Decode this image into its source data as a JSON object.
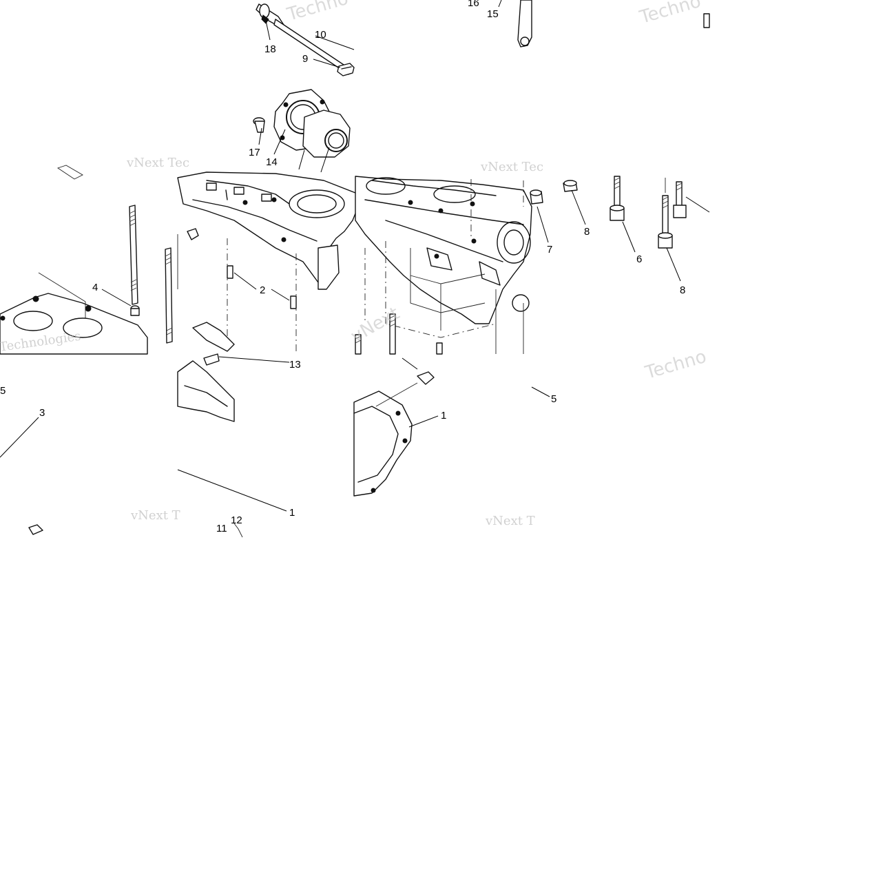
{
  "callouts": {
    "c1a": "1",
    "c1b": "1",
    "c2": "2",
    "c3": "3",
    "c4": "4",
    "c5a": "5",
    "c5b": "5",
    "c6": "6",
    "c7": "7",
    "c8a": "8",
    "c8b": "8",
    "c9": "9",
    "c10": "10",
    "c11": "11",
    "c12": "12",
    "c13": "13",
    "c14": "14",
    "c15": "15",
    "c16": "16",
    "c17": "17",
    "c18": "18"
  },
  "watermarks": {
    "w1": "vNext Tec",
    "w2": "vNext Tec",
    "w3": "vNext T",
    "w4": "vNext T",
    "w5": "Techno",
    "w6": "Techno",
    "w7": "Techno",
    "w8": "Technologies",
    "w9": "vNext"
  }
}
